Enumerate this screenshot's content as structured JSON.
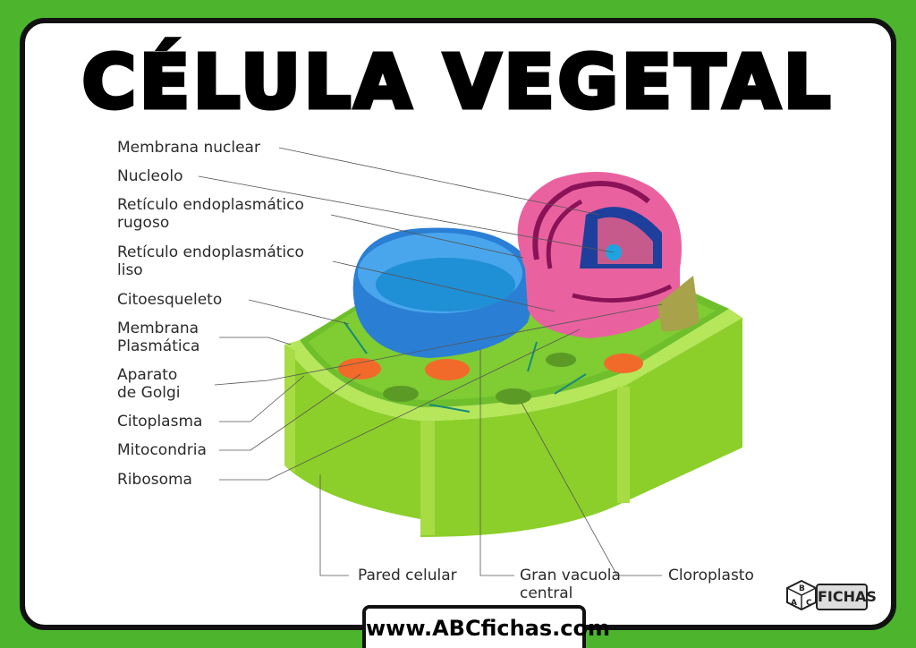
{
  "title": "CÉLULA VEGETAL",
  "labels": {
    "membrana_nuclear": "Membrana nuclear",
    "nucleolo": "Nucleolo",
    "reticulo_rugoso_1": "Retículo endoplasmático",
    "reticulo_rugoso_2": "rugoso",
    "reticulo_liso_1": "Retículo endoplasmático",
    "reticulo_liso_2": "liso",
    "citoesqueleto": "Citoesqueleto",
    "membrana_plasmatica_1": "Membrana",
    "membrana_plasmatica_2": "Plasmática",
    "golgi_1": "Aparato",
    "golgi_2": "de Golgi",
    "citoplasma": "Citoplasma",
    "mitocondria": "Mitocondria",
    "ribosoma": "Ribosoma",
    "pared_celular": "Pared celular",
    "vacuola_1": "Gran vacuola",
    "vacuola_2": "central",
    "cloroplasto": "Cloroplasto"
  },
  "footer": {
    "url": "www.ABCfichas.com",
    "logo_text": "FICHAS",
    "logo_letters": "ABC"
  },
  "colors": {
    "background": "#4db52d",
    "wall": "#8ccf2a",
    "vacuole": "#2f8fe0",
    "nucleus": "#e9629f",
    "mitochondria": "#f26a2a"
  }
}
